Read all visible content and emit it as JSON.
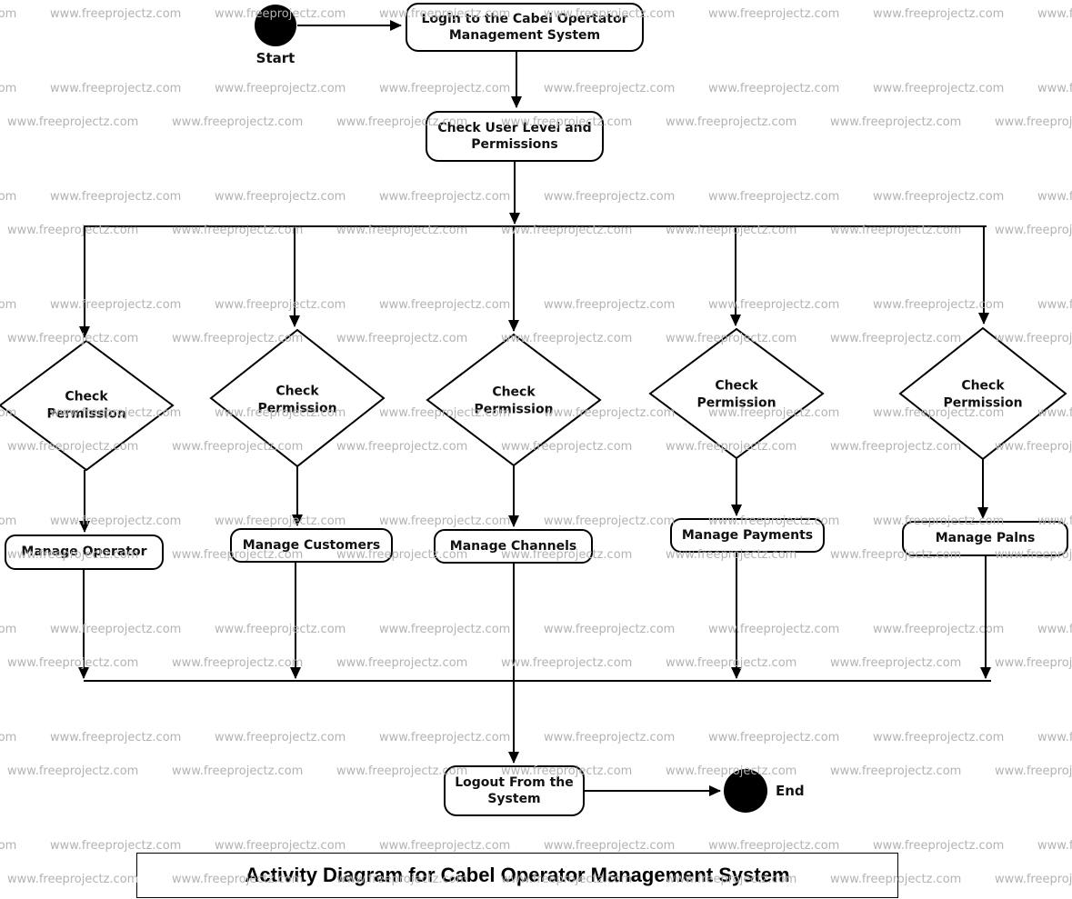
{
  "title": "Activity Diagram for Cabel Operator Management System",
  "watermark": {
    "text": "www.freeprojectz.com",
    "color": "#b3b3b3"
  },
  "colors": {
    "flow_line": "#000000",
    "node_border": "#000000",
    "node_fill": "#ffffff",
    "terminal_fill": "#000000"
  },
  "nodes": {
    "start": {
      "label": "Start"
    },
    "login": {
      "label": "Login to the Cabel Opertator\nManagement System"
    },
    "check_user": {
      "label": "Check User Level and\nPermissions"
    },
    "decisions": [
      {
        "label": "Check\nPermission"
      },
      {
        "label": "Check\nPermission"
      },
      {
        "label": "Check\nPermission"
      },
      {
        "label": "Check\nPermission"
      },
      {
        "label": "Check\nPermission"
      }
    ],
    "manage_operator": {
      "label": "Manage Operator"
    },
    "manage_customers": {
      "label": "Manage Customers"
    },
    "manage_channels": {
      "label": "Manage Channels"
    },
    "manage_payments": {
      "label": "Manage Payments"
    },
    "manage_plans": {
      "label": "Manage Palns"
    },
    "logout": {
      "label": "Logout From the\nSystem"
    },
    "end": {
      "label": "End"
    }
  }
}
